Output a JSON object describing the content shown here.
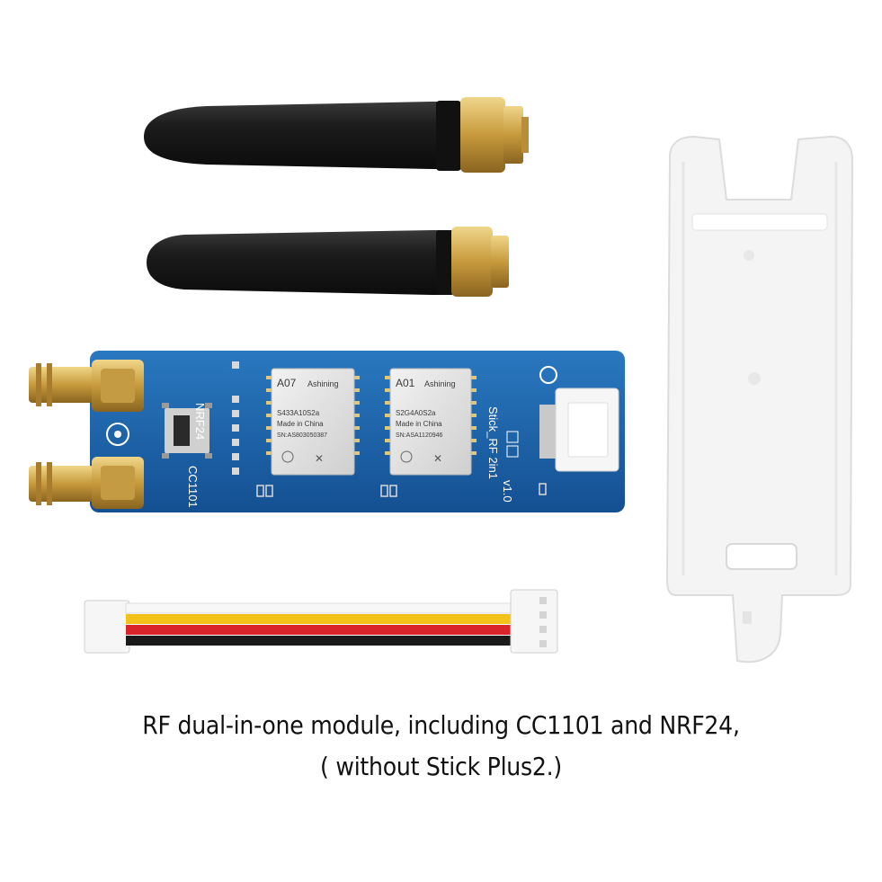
{
  "caption": {
    "line1": "RF dual-in-one module, including CC1101 and NRF24,",
    "line2": "( without Stick Plus2.)"
  },
  "pcb": {
    "label_nrf24": "NRF24",
    "label_cc1101": "CC1101",
    "label_board": "Stick_RF  2in1",
    "label_version": "v1.0",
    "color": "#1a5c9e"
  },
  "chip_a07": {
    "model": "A07",
    "brand": "Ashining",
    "part": "S433A10S2a",
    "origin": "Made in China",
    "serial": "SN:AS803050387"
  },
  "chip_a01": {
    "model": "A01",
    "brand": "Ashining",
    "part": "S2G4A0S2a",
    "origin": "Made in China",
    "serial": "SN:ASA1120946"
  },
  "colors": {
    "antenna_body": "#1b1b1b",
    "connector_gold": "#c9a24a",
    "case_white": "#f2f2f2",
    "wire_white": "#f4f4f4",
    "wire_yellow": "#f2c21a",
    "wire_red": "#d8242a",
    "wire_black": "#1a1a1a"
  },
  "icons": [
    "antenna-icon",
    "sma-connector-icon",
    "switch-icon",
    "chip-icon",
    "grove-connector-icon",
    "cable-icon",
    "case-icon"
  ]
}
